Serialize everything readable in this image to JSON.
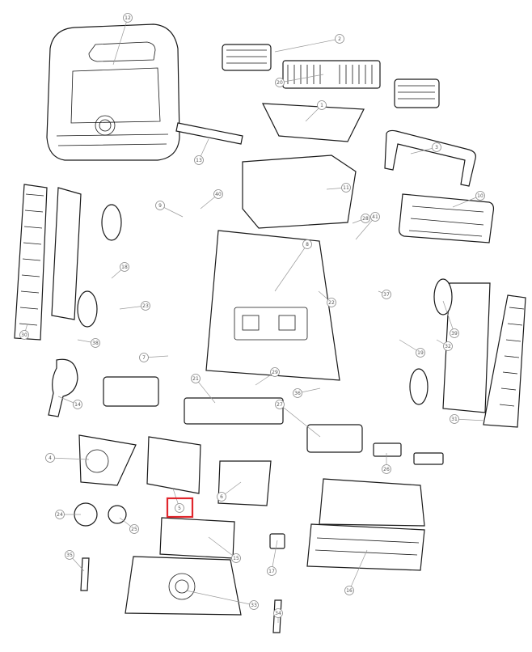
{
  "diagram": {
    "highlight_color": "#e0262c",
    "line_color": "#1a1a1a",
    "callout_color": "#8a8a8a",
    "highlighted_callout": "5",
    "callouts": [
      "1",
      "2",
      "3",
      "4",
      "5",
      "6",
      "7",
      "8",
      "9",
      "10",
      "11",
      "12",
      "13",
      "14",
      "15",
      "16",
      "17",
      "18",
      "19",
      "20",
      "21",
      "22",
      "23",
      "24",
      "25",
      "26",
      "27",
      "28",
      "29",
      "30",
      "31",
      "32",
      "33",
      "34",
      "35",
      "36",
      "37",
      "38",
      "39",
      "40",
      "41"
    ]
  }
}
